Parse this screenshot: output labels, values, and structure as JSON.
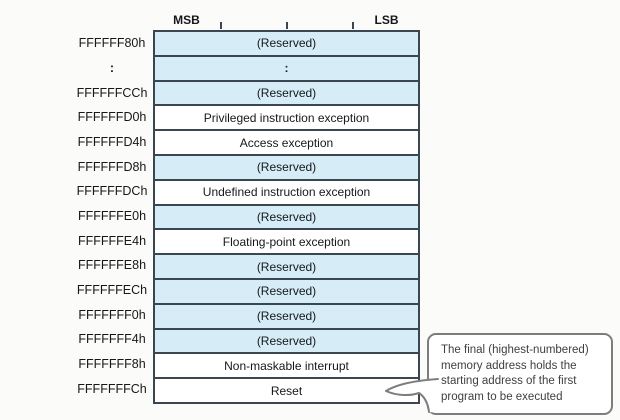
{
  "diagram": {
    "title_semantic": "interrupt-vector-memory-map",
    "bit_labels": {
      "msb": "MSB",
      "lsb": "LSB"
    },
    "rows": [
      {
        "address": "FFFFFF80h",
        "label": "(Reserved)",
        "reserved": true,
        "ellipsis": false
      },
      {
        "address": ":",
        "label": ":",
        "reserved": true,
        "ellipsis": true
      },
      {
        "address": "FFFFFFCCh",
        "label": "(Reserved)",
        "reserved": true,
        "ellipsis": false
      },
      {
        "address": "FFFFFFD0h",
        "label": "Privileged instruction exception",
        "reserved": false,
        "ellipsis": false
      },
      {
        "address": "FFFFFFD4h",
        "label": "Access exception",
        "reserved": false,
        "ellipsis": false
      },
      {
        "address": "FFFFFFD8h",
        "label": "(Reserved)",
        "reserved": true,
        "ellipsis": false
      },
      {
        "address": "FFFFFFDCh",
        "label": "Undefined instruction exception",
        "reserved": false,
        "ellipsis": false
      },
      {
        "address": "FFFFFFE0h",
        "label": "(Reserved)",
        "reserved": true,
        "ellipsis": false
      },
      {
        "address": "FFFFFFE4h",
        "label": "Floating-point exception",
        "reserved": false,
        "ellipsis": false
      },
      {
        "address": "FFFFFFE8h",
        "label": "(Reserved)",
        "reserved": true,
        "ellipsis": false
      },
      {
        "address": "FFFFFFECh",
        "label": "(Reserved)",
        "reserved": true,
        "ellipsis": false
      },
      {
        "address": "FFFFFFF0h",
        "label": "(Reserved)",
        "reserved": true,
        "ellipsis": false
      },
      {
        "address": "FFFFFFF4h",
        "label": "(Reserved)",
        "reserved": true,
        "ellipsis": false
      },
      {
        "address": "FFFFFFF8h",
        "label": "Non-maskable interrupt",
        "reserved": false,
        "ellipsis": false
      },
      {
        "address": "FFFFFFFCh",
        "label": "Reset",
        "reserved": false,
        "ellipsis": false
      }
    ],
    "callout": {
      "text": "The final (highest-numbered) memory address holds the starting address of the first program to be executed"
    },
    "colors": {
      "table_border": "#3a4650",
      "reserved_fill": "#d6edf8",
      "row_fill": "#ffffff",
      "callout_border": "#7d7d7d",
      "callout_text": "#3f3f3f"
    }
  }
}
